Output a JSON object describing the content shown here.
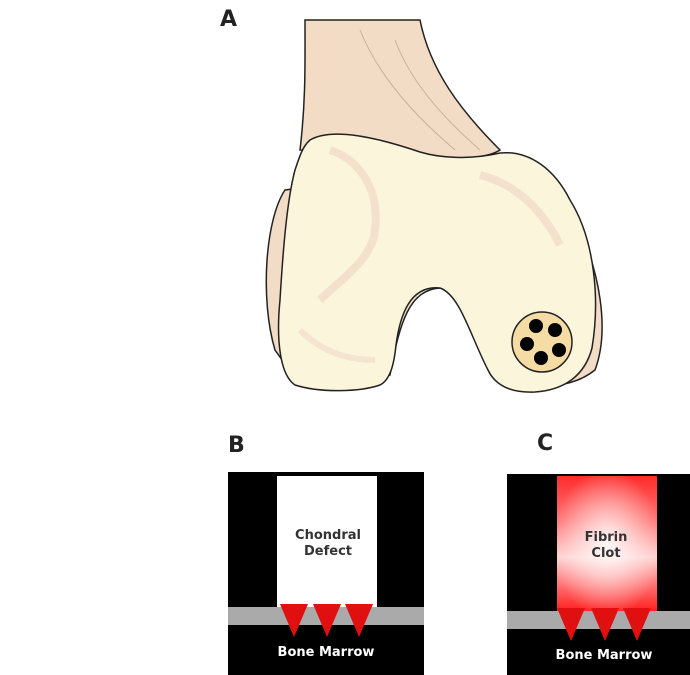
{
  "panels": {
    "a": {
      "letter": "A"
    },
    "b": {
      "letter": "B",
      "defect_line1": "Chondral",
      "defect_line2": "Defect",
      "marrow_label": "Bone Marrow"
    },
    "c": {
      "letter": "C",
      "clot_line1": "Fibrin",
      "clot_line2": "Clot",
      "marrow_label": "Bone Marrow"
    }
  },
  "colors": {
    "bone_shaft": "#f2dcc6",
    "cartilage": "#fbf5dc",
    "marrow_black": "#000000",
    "subchondral_plate": "#aaaaaa",
    "microfracture_red": "#e01010",
    "clot_red": "#ff2a2a",
    "defect_white": "#ffffff"
  },
  "icons": {
    "microfracture_holes": "five-dots-in-circle",
    "cones": "inverted-red-triangles"
  }
}
